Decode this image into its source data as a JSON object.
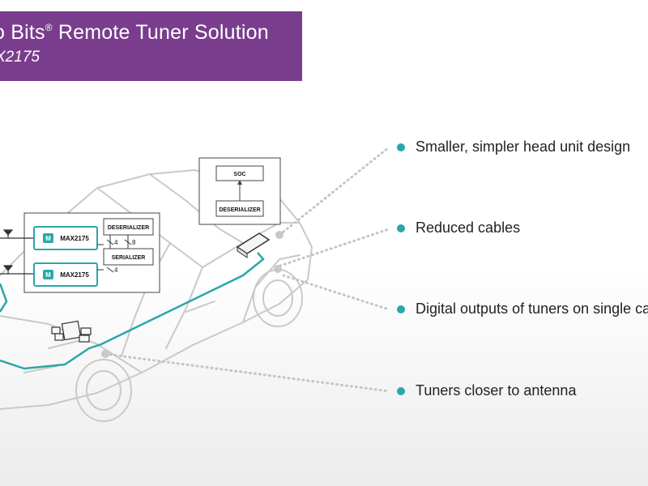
{
  "header": {
    "title_main": "o Bits",
    "title_sup": "®",
    "title_rest": " Remote Tuner Solution",
    "subtitle": "X2175"
  },
  "diagram": {
    "head_unit": {
      "top_block": "SOC",
      "bottom_block": "DESERIALIZER"
    },
    "tuner_module": {
      "chip1": "MAX2175",
      "chip2": "MAX2175",
      "deserializer": "DESERIALIZER",
      "serializer": "SERIALIZER",
      "bus_a": "4",
      "bus_b": "8",
      "bus_c": "4"
    },
    "accent_color": "#2aa7a7",
    "brand_color": "#7a3d8e"
  },
  "bullets": [
    {
      "text": "Smaller, simpler head unit design"
    },
    {
      "text": "Reduced cables"
    },
    {
      "text": "Digital outputs of tuners on single cable"
    },
    {
      "text": "Tuners closer to antenna"
    }
  ]
}
